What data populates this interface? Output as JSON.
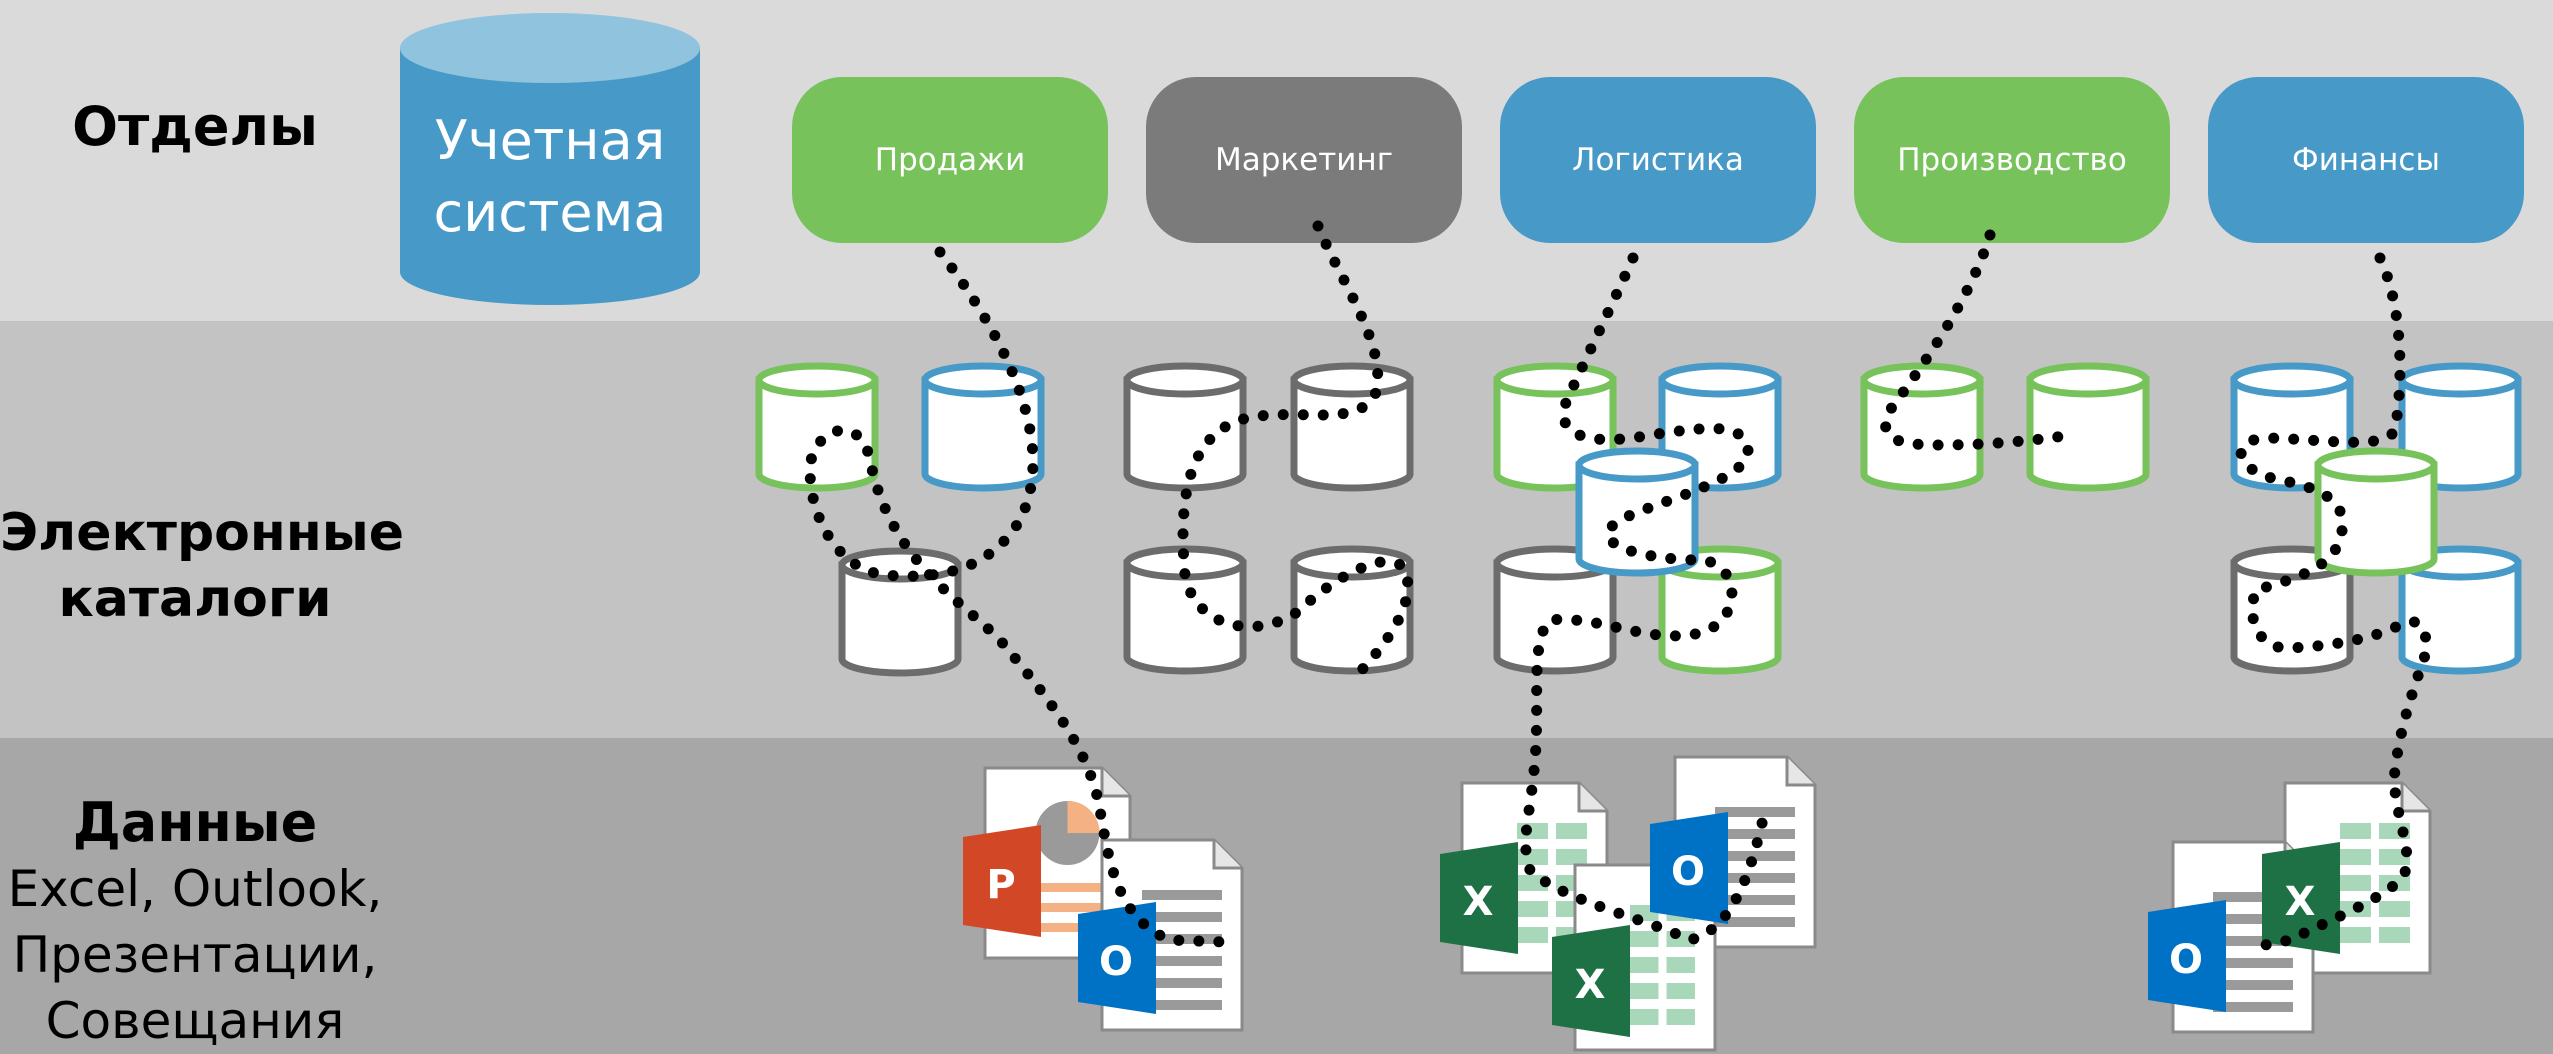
{
  "rows": {
    "departments": "Отделы",
    "catalogs_line1": "Электронные",
    "catalogs_line2": "каталоги",
    "data_title": "Данные",
    "data_line1": "Excel, Outlook,",
    "data_line2": "Презентации,",
    "data_line3": "Совещания"
  },
  "system": {
    "line1": "Учетная",
    "line2": "система"
  },
  "departments": [
    {
      "label": "Продажи",
      "color": "#77c25b"
    },
    {
      "label": "Маркетинг",
      "color": "#7b7b7b"
    },
    {
      "label": "Логистика",
      "color": "#4799c7"
    },
    {
      "label": "Производство",
      "color": "#77c25b"
    },
    {
      "label": "Финансы",
      "color": "#4799c7"
    }
  ],
  "icons": {
    "powerpoint": "P",
    "outlook": "O",
    "excel": "X"
  },
  "colors": {
    "green": "#77c25b",
    "blue": "#4799c7",
    "gray": "#6c6c6c",
    "powerpoint": "#d24726",
    "outlook": "#0072c6",
    "excel": "#1e7145"
  }
}
